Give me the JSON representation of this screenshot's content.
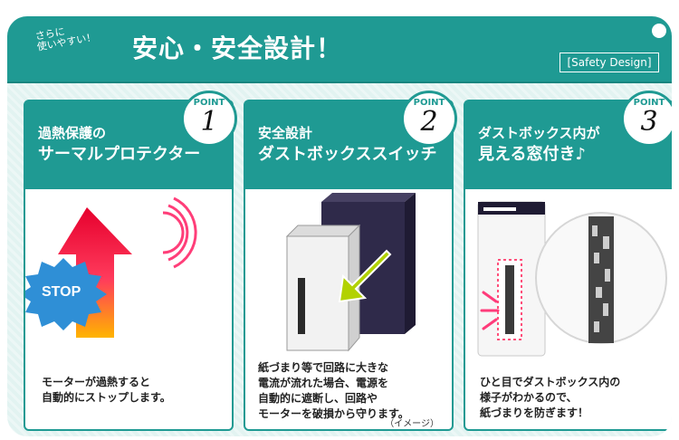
{
  "header": {
    "tagline": "さらに\n使いやすい！",
    "title": "安心・安全設計！",
    "tag": "[Safety Design]"
  },
  "points": [
    {
      "badge_label": "POINT",
      "badge_number": "1",
      "subheading": "過熱保護の",
      "heading": "サーマルプロテクター",
      "stop_label": "STOP",
      "description": "モーターが過熱すると\n自動的にストップします。"
    },
    {
      "badge_label": "POINT",
      "badge_number": "2",
      "subheading": "安全設計",
      "heading": "ダストボックススイッチ",
      "image_caption": "（イメージ）",
      "description": "紙づまり等で回路に大きな\n電流が流れた場合、電源を\n自動的に遮断し、回路や\nモーターを破損から守ります。"
    },
    {
      "badge_label": "POINT",
      "badge_number": "3",
      "subheading": "ダストボックス内が",
      "heading": "見える窓付き♪",
      "description": "ひと目でダストボックス内の\n様子がわかるので、\n紙づまりを防ぎます！"
    }
  ],
  "colors": {
    "teal": "#1f9a93",
    "panel_bg": "#e2f3f1",
    "stop_blue": "#2f8fd6",
    "arrow_yellow_green": "#b2d200"
  }
}
